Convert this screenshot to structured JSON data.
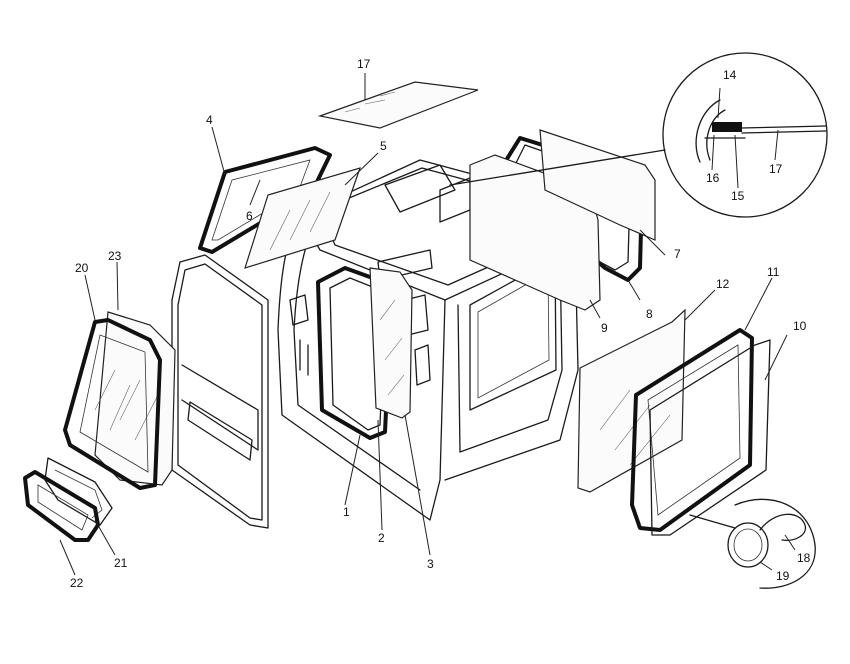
{
  "callouts": [
    {
      "id": "1",
      "text": "1"
    },
    {
      "id": "2",
      "text": "2"
    },
    {
      "id": "3",
      "text": "3"
    },
    {
      "id": "4",
      "text": "4"
    },
    {
      "id": "5",
      "text": "5"
    },
    {
      "id": "6",
      "text": "6"
    },
    {
      "id": "7",
      "text": "7"
    },
    {
      "id": "8",
      "text": "8"
    },
    {
      "id": "9",
      "text": "9"
    },
    {
      "id": "10",
      "text": "10"
    },
    {
      "id": "11",
      "text": "11"
    },
    {
      "id": "12",
      "text": "12"
    },
    {
      "id": "14",
      "text": "14"
    },
    {
      "id": "15",
      "text": "15"
    },
    {
      "id": "16",
      "text": "16"
    },
    {
      "id": "17a",
      "text": "17"
    },
    {
      "id": "17b",
      "text": "17"
    },
    {
      "id": "18",
      "text": "18"
    },
    {
      "id": "19",
      "text": "19"
    },
    {
      "id": "20",
      "text": "20"
    },
    {
      "id": "21",
      "text": "21"
    },
    {
      "id": "22",
      "text": "22"
    },
    {
      "id": "23",
      "text": "23"
    }
  ],
  "colors": {
    "line": "#1a1a1a",
    "background": "#ffffff"
  }
}
